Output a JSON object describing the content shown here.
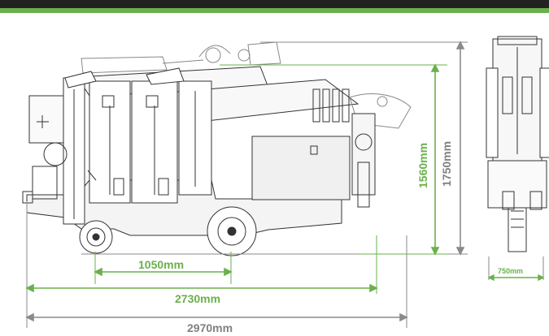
{
  "colors": {
    "accent_green": "#6ab04c",
    "dimension_gray": "#8a8a8a",
    "line_art": "#333333",
    "header_dark": "#222222"
  },
  "dimensions": {
    "wheelbase": "1050mm",
    "length_body": "2730mm",
    "length_total": "2970mm",
    "height_folded": "1560mm",
    "height_total": "1750mm",
    "width": "750mm"
  }
}
